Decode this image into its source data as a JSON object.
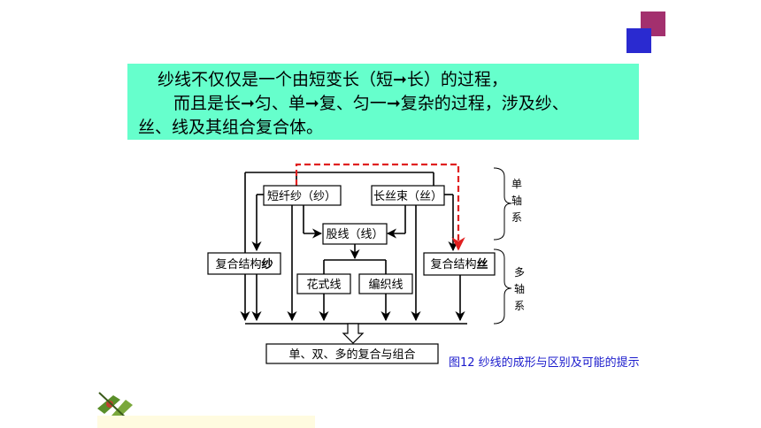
{
  "colors": {
    "square_top": "#a3306e",
    "square_bottom": "#2a2ad0",
    "text_box": "#66ffcc",
    "dashed_arrow": "#e02020",
    "caption": "#1a1acc"
  },
  "text_box": {
    "line1": "纱线不仅仅是一个由短变长（短➞长）的过程，",
    "line2": "而且是长➞匀、单➞复、匀一➞复杂的过程，涉及纱、",
    "line3": "丝、线及其组合复合体。"
  },
  "diagram": {
    "nodes": {
      "short_fiber": "短纤纱（纱）",
      "filament": "长丝束（丝）",
      "ply_yarn": "股线（线）",
      "composite_yarn_prefix": "复合结构",
      "composite_yarn_suffix": "纱",
      "composite_silk_prefix": "复合结构",
      "composite_silk_suffix": "丝",
      "fancy_yarn": "花式线",
      "braided_yarn": "编织线",
      "combination": "单、双、多的复合与组合"
    },
    "side_labels": {
      "single_axis": [
        "单",
        "轴",
        "系"
      ],
      "multi_axis": [
        "多",
        "轴",
        "系"
      ]
    },
    "caption": "图12  纱线的成形与区别及可能的提示"
  },
  "logo_icon": "scissors-logo-icon"
}
